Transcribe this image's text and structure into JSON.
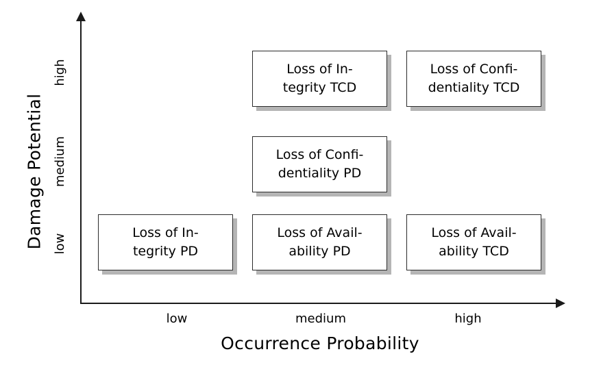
{
  "chart_data": {
    "type": "scatter",
    "title": "",
    "xlabel": "Occurrence Probability",
    "ylabel": "Damage Potential",
    "x_categories": [
      "low",
      "medium",
      "high"
    ],
    "y_categories": [
      "low",
      "medium",
      "high"
    ],
    "grid": false,
    "legend": "none",
    "items": [
      {
        "label": "Loss of Integrity TCD",
        "line1": "Loss of In-",
        "line2": "tegrity TCD",
        "x": "medium",
        "y": "high"
      },
      {
        "label": "Loss of Confidentiality TCD",
        "line1": "Loss of Confi-",
        "line2": "dentiality TCD",
        "x": "high",
        "y": "high"
      },
      {
        "label": "Loss of Confidentiality PD",
        "line1": "Loss of Confi-",
        "line2": "dentiality PD",
        "x": "medium",
        "y": "medium"
      },
      {
        "label": "Loss of Integrity PD",
        "line1": "Loss of In-",
        "line2": "tegrity PD",
        "x": "low",
        "y": "low"
      },
      {
        "label": "Loss of Availability PD",
        "line1": "Loss of Avail-",
        "line2": "ability PD",
        "x": "medium",
        "y": "low"
      },
      {
        "label": "Loss of Availability TCD",
        "line1": "Loss of Avail-",
        "line2": "ability TCD",
        "x": "high",
        "y": "low"
      }
    ]
  },
  "axes": {
    "y": {
      "title": "Damage Potential",
      "ticks": {
        "high": "high",
        "medium": "medium",
        "low": "low"
      }
    },
    "x": {
      "title": "Occurrence Probability",
      "ticks": {
        "low": "low",
        "medium": "medium",
        "high": "high"
      }
    }
  },
  "colors": {
    "axis": "#1a1a1a",
    "box_border": "#2b2b2b",
    "box_fill": "#ffffff",
    "box_shadow": "#b5b5b5",
    "text": "#000000",
    "background": "#ffffff"
  }
}
